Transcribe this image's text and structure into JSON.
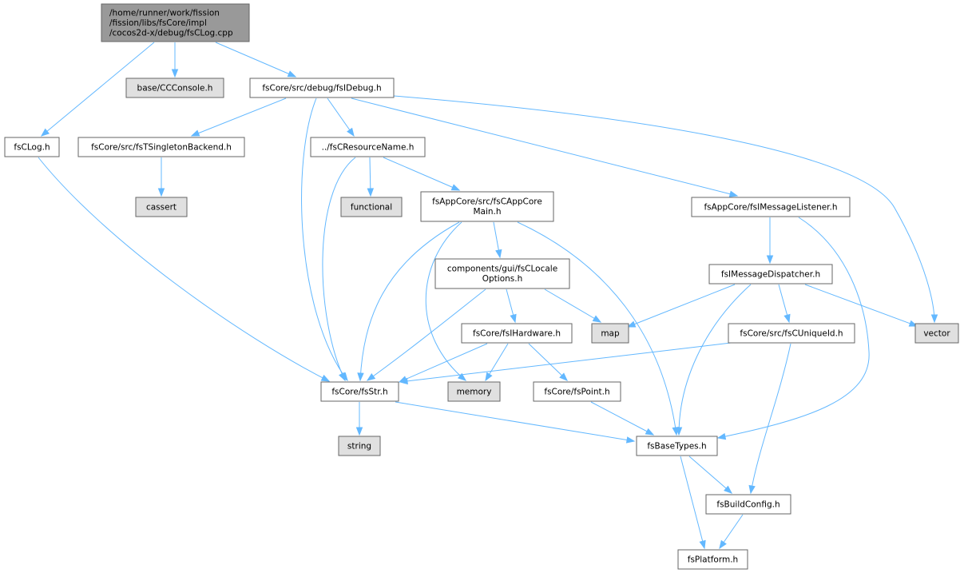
{
  "colors": {
    "root_fill": "#999999",
    "local_fill": "#ffffff",
    "system_fill": "#e0e0e0",
    "border": "#666666",
    "edge": "#63b8ff"
  },
  "nodes": [
    {
      "id": "root",
      "label": [
        "/home/runner/work/fission",
        "/fission/libs/fsCore/impl",
        "/cocos2d-x/debug/fsCLog.cpp"
      ],
      "kind": "root"
    },
    {
      "id": "ccconsole",
      "label": [
        "base/CCConsole.h"
      ],
      "kind": "system"
    },
    {
      "id": "fsidebug",
      "label": [
        "fsCore/src/debug/fsIDebug.h"
      ],
      "kind": "local"
    },
    {
      "id": "fsclog",
      "label": [
        "fsCLog.h"
      ],
      "kind": "local"
    },
    {
      "id": "tsingleton",
      "label": [
        "fsCore/src/fsTSingletonBackend.h"
      ],
      "kind": "local"
    },
    {
      "id": "resname",
      "label": [
        "../fsCResourceName.h"
      ],
      "kind": "local"
    },
    {
      "id": "cassert",
      "label": [
        "cassert"
      ],
      "kind": "system"
    },
    {
      "id": "functional",
      "label": [
        "functional"
      ],
      "kind": "system"
    },
    {
      "id": "appcore",
      "label": [
        "fsAppCore/src/fsCAppCore",
        "Main.h"
      ],
      "kind": "local"
    },
    {
      "id": "msglistener",
      "label": [
        "fsAppCore/fsIMessageListener.h"
      ],
      "kind": "local"
    },
    {
      "id": "locale",
      "label": [
        "components/gui/fsCLocale",
        "Options.h"
      ],
      "kind": "local"
    },
    {
      "id": "dispatcher",
      "label": [
        "fsIMessageDispatcher.h"
      ],
      "kind": "local"
    },
    {
      "id": "hardware",
      "label": [
        "fsCore/fsIHardware.h"
      ],
      "kind": "local"
    },
    {
      "id": "map",
      "label": [
        "map"
      ],
      "kind": "system"
    },
    {
      "id": "uniqueid",
      "label": [
        "fsCore/src/fsCUniqueId.h"
      ],
      "kind": "local"
    },
    {
      "id": "vector",
      "label": [
        "vector"
      ],
      "kind": "system"
    },
    {
      "id": "fsstr",
      "label": [
        "fsCore/fsStr.h"
      ],
      "kind": "local"
    },
    {
      "id": "memory",
      "label": [
        "memory"
      ],
      "kind": "system"
    },
    {
      "id": "fspoint",
      "label": [
        "fsCore/fsPoint.h"
      ],
      "kind": "local"
    },
    {
      "id": "string",
      "label": [
        "string"
      ],
      "kind": "system"
    },
    {
      "id": "basetypes",
      "label": [
        "fsBaseTypes.h"
      ],
      "kind": "local"
    },
    {
      "id": "buildconfig",
      "label": [
        "fsBuildConfig.h"
      ],
      "kind": "local"
    },
    {
      "id": "platform",
      "label": [
        "fsPlatform.h"
      ],
      "kind": "local"
    }
  ],
  "edges": [
    [
      "root",
      "fsclog"
    ],
    [
      "root",
      "ccconsole"
    ],
    [
      "root",
      "fsidebug"
    ],
    [
      "fsclog",
      "fsstr"
    ],
    [
      "fsidebug",
      "tsingleton"
    ],
    [
      "fsidebug",
      "resname"
    ],
    [
      "fsidebug",
      "fsstr"
    ],
    [
      "fsidebug",
      "msglistener"
    ],
    [
      "fsidebug",
      "vector"
    ],
    [
      "tsingleton",
      "cassert"
    ],
    [
      "resname",
      "fsstr"
    ],
    [
      "resname",
      "functional"
    ],
    [
      "resname",
      "appcore"
    ],
    [
      "appcore",
      "fsstr"
    ],
    [
      "appcore",
      "memory"
    ],
    [
      "appcore",
      "locale"
    ],
    [
      "appcore",
      "basetypes"
    ],
    [
      "msglistener",
      "dispatcher"
    ],
    [
      "msglistener",
      "basetypes"
    ],
    [
      "locale",
      "fsstr"
    ],
    [
      "locale",
      "hardware"
    ],
    [
      "locale",
      "map"
    ],
    [
      "dispatcher",
      "map"
    ],
    [
      "dispatcher",
      "basetypes"
    ],
    [
      "dispatcher",
      "uniqueid"
    ],
    [
      "dispatcher",
      "vector"
    ],
    [
      "hardware",
      "fsstr"
    ],
    [
      "hardware",
      "memory"
    ],
    [
      "hardware",
      "fspoint"
    ],
    [
      "uniqueid",
      "fsstr"
    ],
    [
      "uniqueid",
      "buildconfig"
    ],
    [
      "fsstr",
      "string"
    ],
    [
      "fsstr",
      "basetypes"
    ],
    [
      "fspoint",
      "basetypes"
    ],
    [
      "basetypes",
      "buildconfig"
    ],
    [
      "basetypes",
      "platform"
    ],
    [
      "buildconfig",
      "platform"
    ]
  ]
}
